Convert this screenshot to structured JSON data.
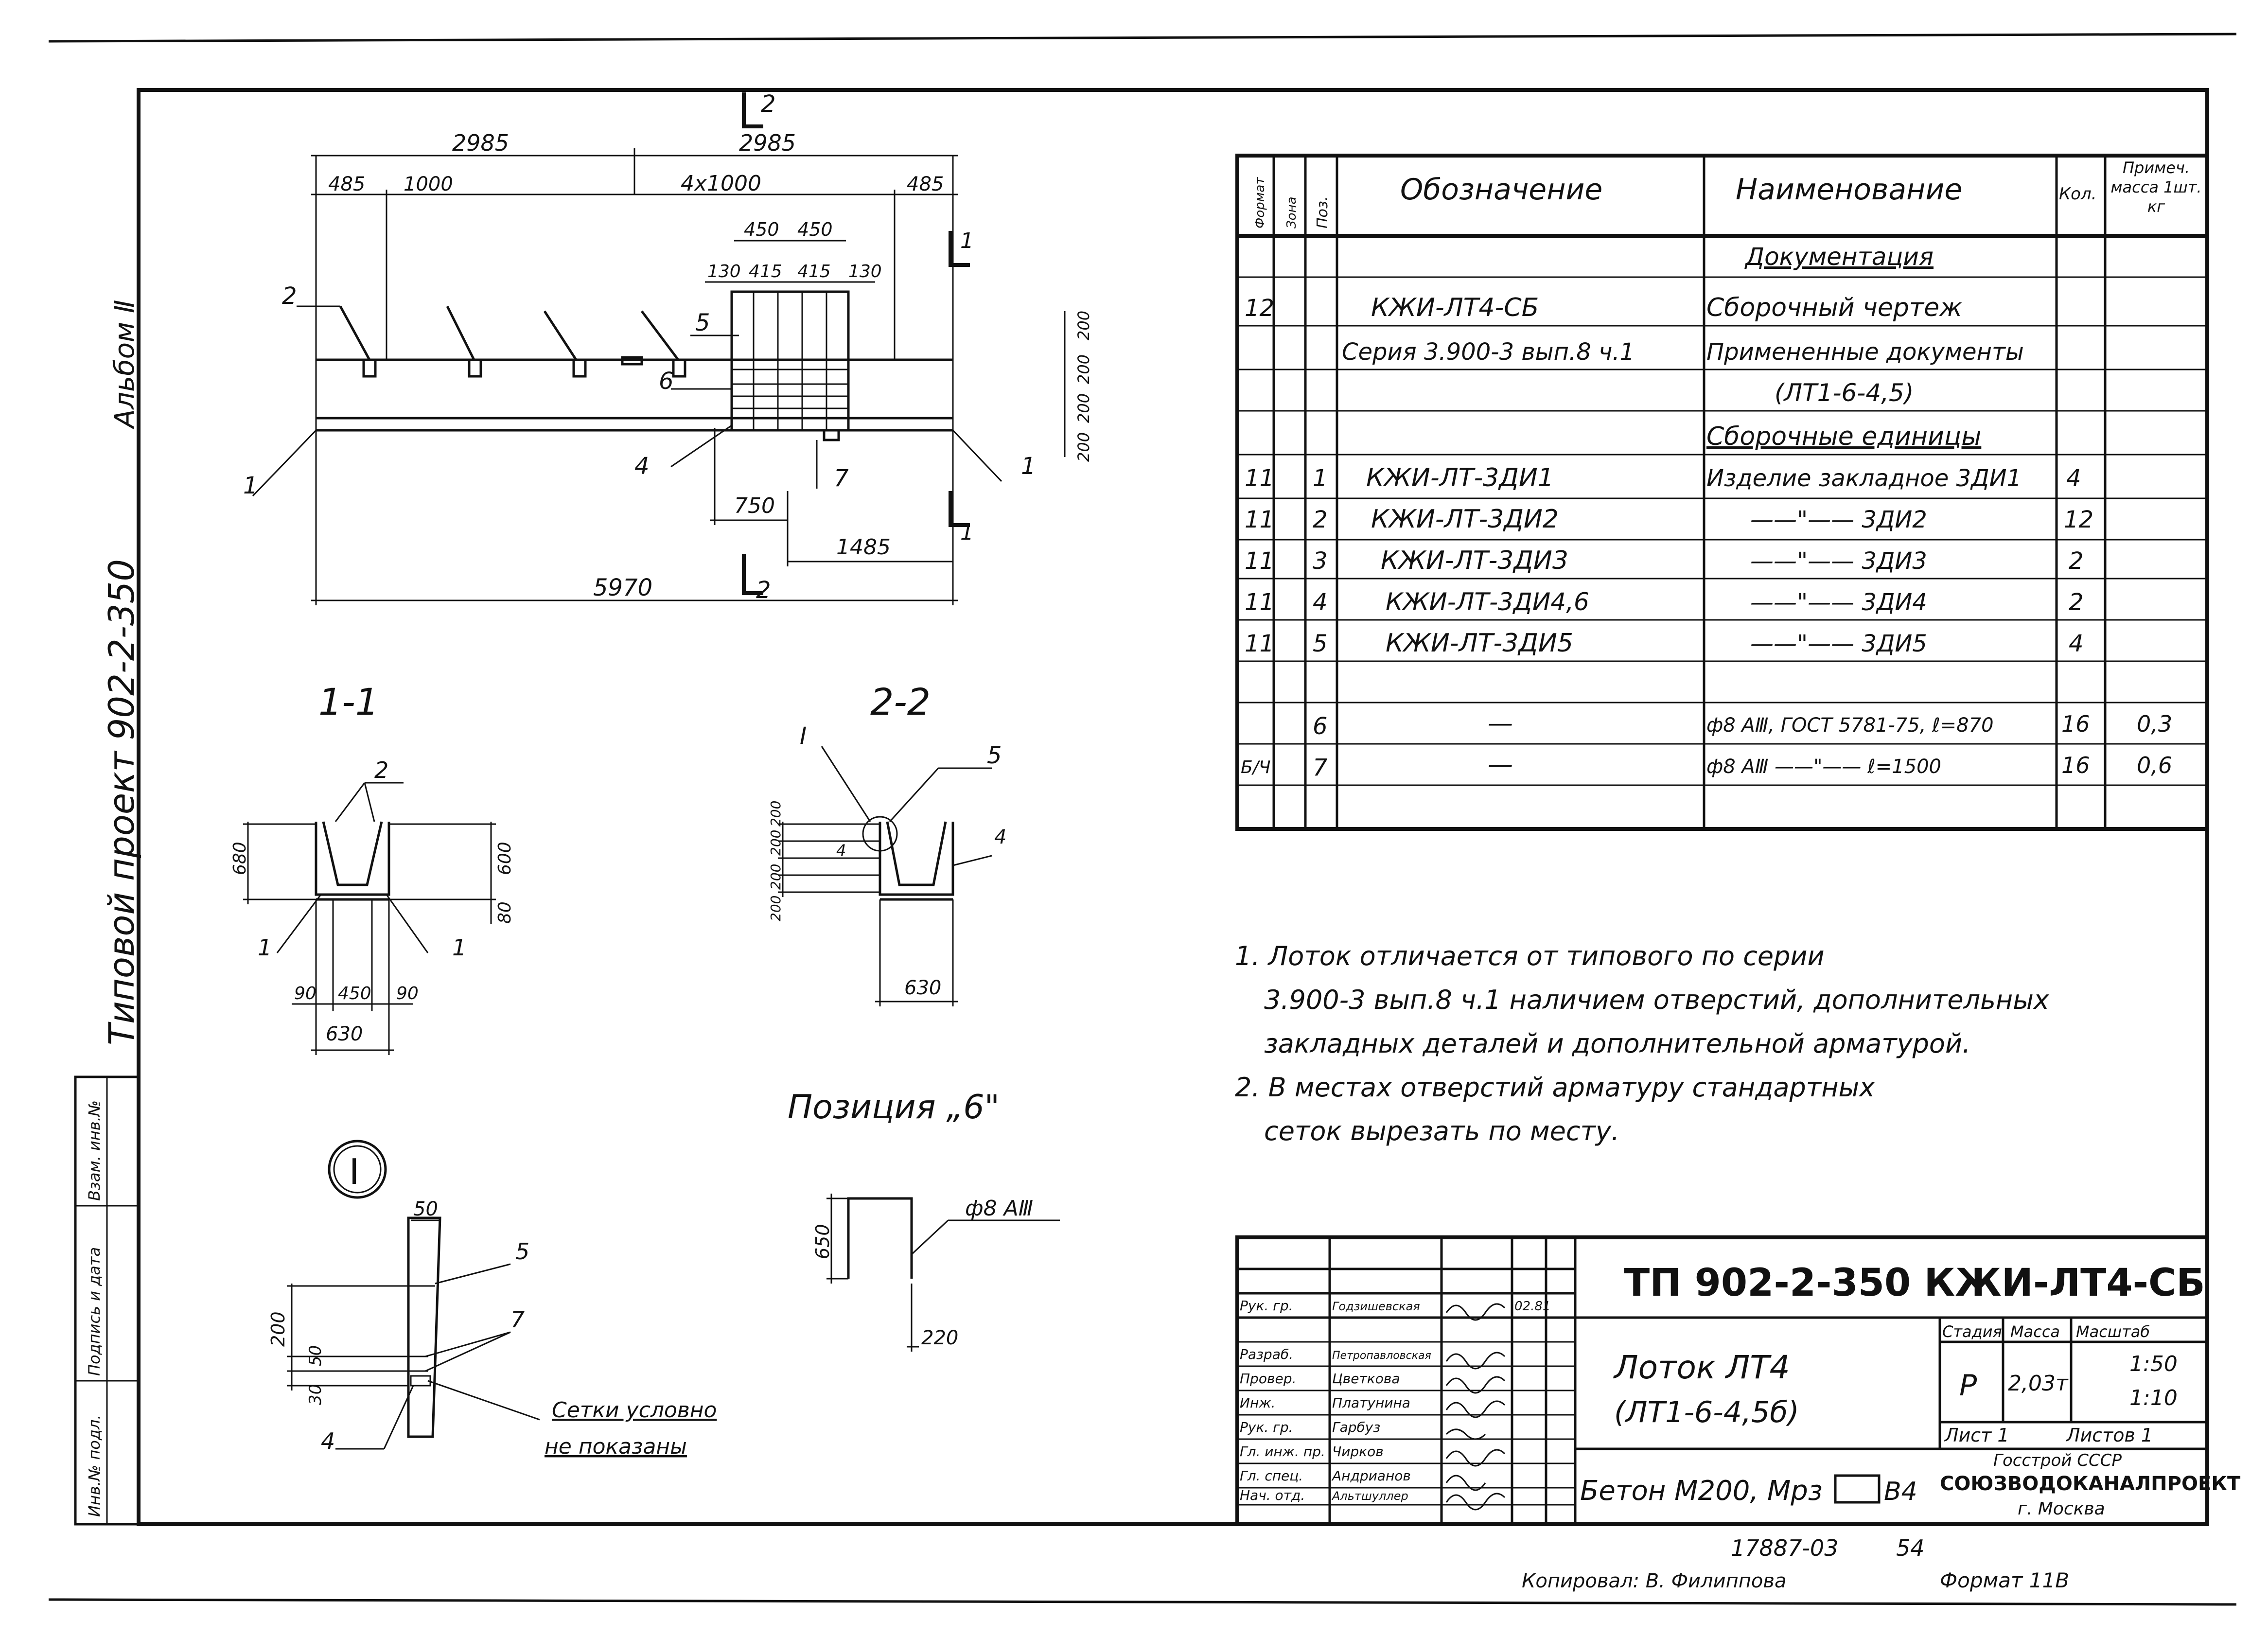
{
  "side": {
    "album": "Альбом Ⅱ",
    "project": "Типовой проект 902-2-350",
    "stamp_cols": [
      "Инв.№ подл.",
      "Подпись и дата",
      "Взам. инв.№"
    ]
  },
  "plan": {
    "dims_top": [
      "2985",
      "2985"
    ],
    "dims_mid": [
      "485",
      "1000",
      "4x1000",
      "485"
    ],
    "dims_small_1": [
      "450",
      "450"
    ],
    "dims_small_2": [
      "130",
      "415",
      "415",
      "130"
    ],
    "dims_right": [
      "200",
      "200",
      "200",
      "200"
    ],
    "dims_bottom": [
      "750",
      "1485",
      "5970"
    ],
    "positions": [
      "2",
      "5",
      "6",
      "4",
      "7",
      "1",
      "1"
    ],
    "section_marks": [
      "2",
      "1",
      "1",
      "2"
    ]
  },
  "sec11": {
    "title": "1-1",
    "pos": [
      "2",
      "1",
      "1"
    ],
    "dims": [
      "680",
      "600",
      "80",
      "90",
      "450",
      "90",
      "630"
    ]
  },
  "sec22": {
    "title": "2-2",
    "pos": [
      "I",
      "5",
      "4",
      "4"
    ],
    "dims": [
      "200",
      "200",
      "200",
      "200",
      "630"
    ]
  },
  "detail": {
    "mark": "I",
    "pos": [
      "5",
      "7",
      "4"
    ],
    "dims": [
      "50",
      "200",
      "50",
      "30"
    ],
    "note_1": "Сетки условно",
    "note_2": "не показаны"
  },
  "pos6": {
    "title": "Позиция „6\"",
    "label": "ф8 AⅢ",
    "dims": [
      "650",
      "220"
    ]
  },
  "spec": {
    "headers": [
      "Формат",
      "Зона",
      "Поз.",
      "Обозначение",
      "Наименование",
      "Кол.",
      "Примеч. масса 1шт. кг"
    ],
    "rows": [
      [
        "",
        "",
        "",
        "",
        "Документация",
        "",
        ""
      ],
      [
        "12",
        "",
        "",
        "КЖИ-ЛТ4-СБ",
        "Сборочный чертеж",
        "",
        ""
      ],
      [
        "",
        "",
        "",
        "Серия 3.900-3 вып.8 ч.1",
        "Примененные документы",
        "",
        ""
      ],
      [
        "",
        "",
        "",
        "",
        "(ЛТ1-6-4,5)",
        "",
        ""
      ],
      [
        "",
        "",
        "",
        "",
        "Сборочные единицы",
        "",
        ""
      ],
      [
        "11",
        "",
        "1",
        "КЖИ-ЛТ-3ДИ1",
        "Изделие закладное 3ДИ1",
        "4",
        ""
      ],
      [
        "11",
        "",
        "2",
        "КЖИ-ЛТ-3ДИ2",
        "——\"—— 3ДИ2",
        "12",
        ""
      ],
      [
        "11",
        "",
        "3",
        "КЖИ-ЛТ-3ДИ3",
        "——\"—— 3ДИ3",
        "2",
        ""
      ],
      [
        "11",
        "",
        "4",
        "КЖИ-ЛТ-3ДИ4,6",
        "——\"—— 3ДИ4",
        "2",
        ""
      ],
      [
        "11",
        "",
        "5",
        "КЖИ-ЛТ-3ДИ5",
        "——\"—— 3ДИ5",
        "4",
        ""
      ],
      [
        "",
        "",
        "",
        "",
        "",
        "",
        ""
      ],
      [
        "",
        "",
        "6",
        "—",
        "ф8 AⅢ, ГОСТ 5781-75, ℓ=870",
        "16",
        "0,3"
      ],
      [
        "Б/Ч",
        "",
        "7",
        "—",
        "ф8 AⅢ ——\"—— ℓ=1500",
        "16",
        "0,6"
      ]
    ]
  },
  "notes": [
    "1. Лоток отличается от типового по серии",
    "3.900-3 вып.8 ч.1 наличием отверстий, дополнительных",
    "закладных деталей и дополнительной арматурой.",
    "2. В местах отверстий арматуру стандартных",
    "сеток вырезать по месту."
  ],
  "titleblock": {
    "code": "ТП 902-2-350 КЖИ-ЛТ4-СБ",
    "name_1": "Лоток ЛТ4",
    "name_2": "(ЛТ1-6-4,5б)",
    "material": "Бетон М200, Мрз",
    "material_suffix": "В4",
    "roles": [
      "Рук. гр.",
      "Разраб.",
      "Провер.",
      "Инж.",
      "Рук. гр.",
      "Гл. инж. пр.",
      "Гл. спец.",
      "Нач. отд."
    ],
    "names": [
      "Годзишевская",
      "Петропавловская",
      "Цветкова",
      "Платунина",
      "Гарбуз",
      "Чирков",
      "Андрианов",
      "Альтшуллер"
    ],
    "date": "02.81",
    "stage_h": "Стадия",
    "mass_h": "Масса",
    "scale_h": "Масштаб",
    "stage": "Р",
    "mass": "2,03т",
    "scale_1": "1:50",
    "scale_2": "1:10",
    "sheet": "Лист 1",
    "sheets": "Листов 1",
    "org_1": "Госстрой СССР",
    "org_2": "СОЮЗВОДОКАНАЛПРОЕКТ",
    "org_3": "г. Москва"
  },
  "footer": {
    "number": "17887-03",
    "page": "54",
    "copied": "Копировал: В. Филиппова",
    "format": "Формат 11В"
  }
}
